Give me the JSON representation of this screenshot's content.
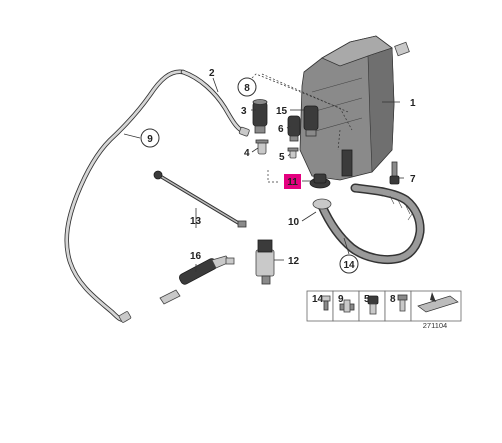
{
  "callouts": {
    "c1": "1",
    "c2": "2",
    "c3": "3",
    "c4": "4",
    "c5": "5",
    "c6": "6",
    "c7": "7",
    "c8": "8",
    "c9": "9",
    "c10": "10",
    "c11": "11",
    "c12": "12",
    "c13": "13",
    "c14": "14",
    "c15": "15",
    "c16": "16"
  },
  "legend": {
    "items": [
      "14",
      "9",
      "5",
      "8"
    ]
  },
  "reference_number": "271104",
  "colors": {
    "highlight": "#e4007f",
    "part": "#3b3b3b",
    "line": "#333333"
  }
}
